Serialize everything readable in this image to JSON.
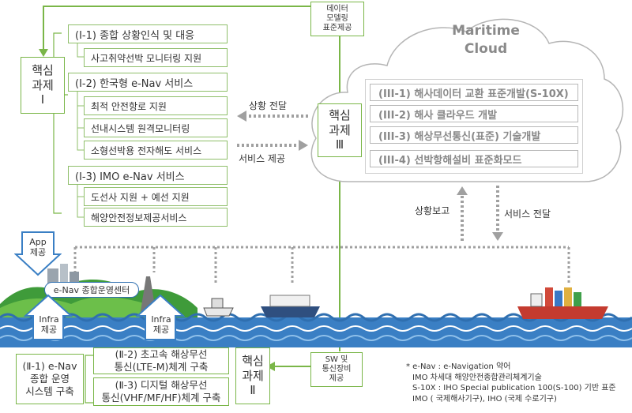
{
  "top_tag": [
    "데이터",
    "모델링",
    "표준제공"
  ],
  "core1": {
    "title": "핵심",
    "sub": "과제",
    "num": "Ⅰ"
  },
  "core2": {
    "title": "핵심",
    "sub": "과제",
    "num": "Ⅱ"
  },
  "core3": {
    "title": "핵심",
    "sub": "과제",
    "num": "Ⅲ"
  },
  "group1": {
    "h1": "(Ⅰ-1) 종합 상황인식 및 대응",
    "h1_items": [
      "사고취약선박 모니터링 지원"
    ],
    "h2": "(Ⅰ-2) 한국형 e-Nav 서비스",
    "h2_items": [
      "최적 안전항로 지원",
      "선내시스템 원격모니터링",
      "소형선박용 전자해도 서비스"
    ],
    "h3": "(Ⅰ-3) IMO e-Nav 서비스",
    "h3_items": [
      "도선사 지원 + 예선 지원",
      "해양안전정보제공서비스"
    ]
  },
  "cloud": {
    "title1": "Maritime",
    "title2": "Cloud",
    "items": [
      "(III-1) 해사데이터 교환 표준개발(S-10X)",
      "(III-2) 해사 클라우드 개발",
      "(III-3) 해상무선통신(표준) 기술개발",
      "(III-4) 선박항해설비 표준화모드"
    ]
  },
  "arrows": {
    "situation_transfer": "상황 전달",
    "service_provide": "서비스 제공",
    "situation_report": "상황보고",
    "service_transfer": "서비스 전달"
  },
  "app_provide": [
    "App",
    "제공"
  ],
  "infra_left": [
    "Infra",
    "제공"
  ],
  "infra_right": [
    "Infra",
    "제공"
  ],
  "center_label": "e-Nav 종합운영센터",
  "bottom": {
    "b1": [
      "(Ⅱ-1) e-Nav",
      "종합 운영",
      "시스템 구축"
    ],
    "b2": [
      "(Ⅱ-2) 초고속 해상무선",
      "통신(LTE-M)체계 구축"
    ],
    "b3": [
      "(Ⅱ-3) 디지털 해상무선",
      "통신(VHF/MF/HF)체계 구축"
    ],
    "sw_tag": [
      "SW 및",
      "통신장비",
      "제공"
    ]
  },
  "notes": [
    "* e-Nav : e-Navigation 약어",
    "  IMO 차세대 해양안전종합관리체계기술",
    "  S-10X : IHO Special publication 100(S-100) 기반 표준",
    "  IMO ( 국제해사기구), IHO (국제 수로기구)"
  ],
  "colors": {
    "green_line": "#7ab648",
    "dotted": "#a0a0a0",
    "sea": "#3a7fc4",
    "cloud_text": "#8a8a8a"
  }
}
